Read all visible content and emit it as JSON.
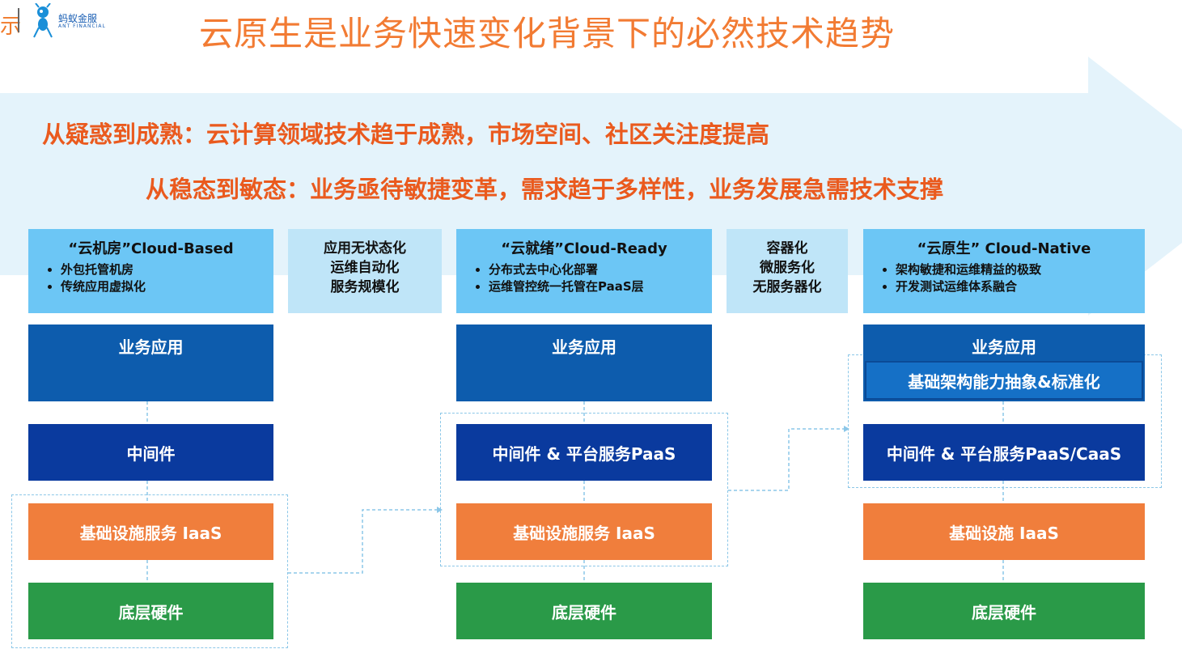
{
  "header": {
    "fragment": "示",
    "logo_text": "蚂蚁金服",
    "logo_subtext": "ANT FINANCIAL",
    "title": "云原生是业务快速变化背景下的必然技术趋势"
  },
  "statements": [
    "从疑惑到成熟：云计算领域技术趋于成熟，市场空间、社区关注度提高",
    "从稳态到敏态：业务亟待敏捷变革，需求趋于多样性，业务发展急需技术支撑"
  ],
  "stages": [
    {
      "title": "“云机房”Cloud-Based",
      "bullets": [
        "外包托管机房",
        "传统应用虚拟化"
      ],
      "layers": [
        "业务应用",
        "中间件",
        "基础设施服务 IaaS",
        "底层硬件"
      ]
    },
    {
      "title": "“云就绪”Cloud-Ready",
      "bullets": [
        "分布式去中心化部署",
        "运维管控统一托管在PaaS层"
      ],
      "layers": [
        "业务应用",
        "中间件 & 平台服务PaaS",
        "基础设施服务 IaaS",
        "底层硬件"
      ]
    },
    {
      "title": "“云原生” Cloud-Native",
      "bullets": [
        "架构敏捷和运维精益的极致",
        "开发测试运维体系融合"
      ],
      "layers": [
        "业务应用",
        "基础架构能力抽象&标准化",
        "中间件 & 平台服务PaaS/CaaS",
        "基础设施 IaaS",
        "底层硬件"
      ]
    }
  ],
  "transitions": [
    [
      "应用无状态化",
      "运维自动化",
      "服务规模化"
    ],
    [
      "容器化",
      "微服务化",
      "无服务器化"
    ]
  ],
  "colors": {
    "title": "#f27b33",
    "statement": "#ea5a1e",
    "band": "#e4f3fb",
    "card": "#6cc6f5",
    "transition": "#bfe5f8",
    "app_layer": "#0d5cad",
    "middleware": "#0a3a9e",
    "iaas": "#f07e3c",
    "hardware": "#2a9a48"
  }
}
